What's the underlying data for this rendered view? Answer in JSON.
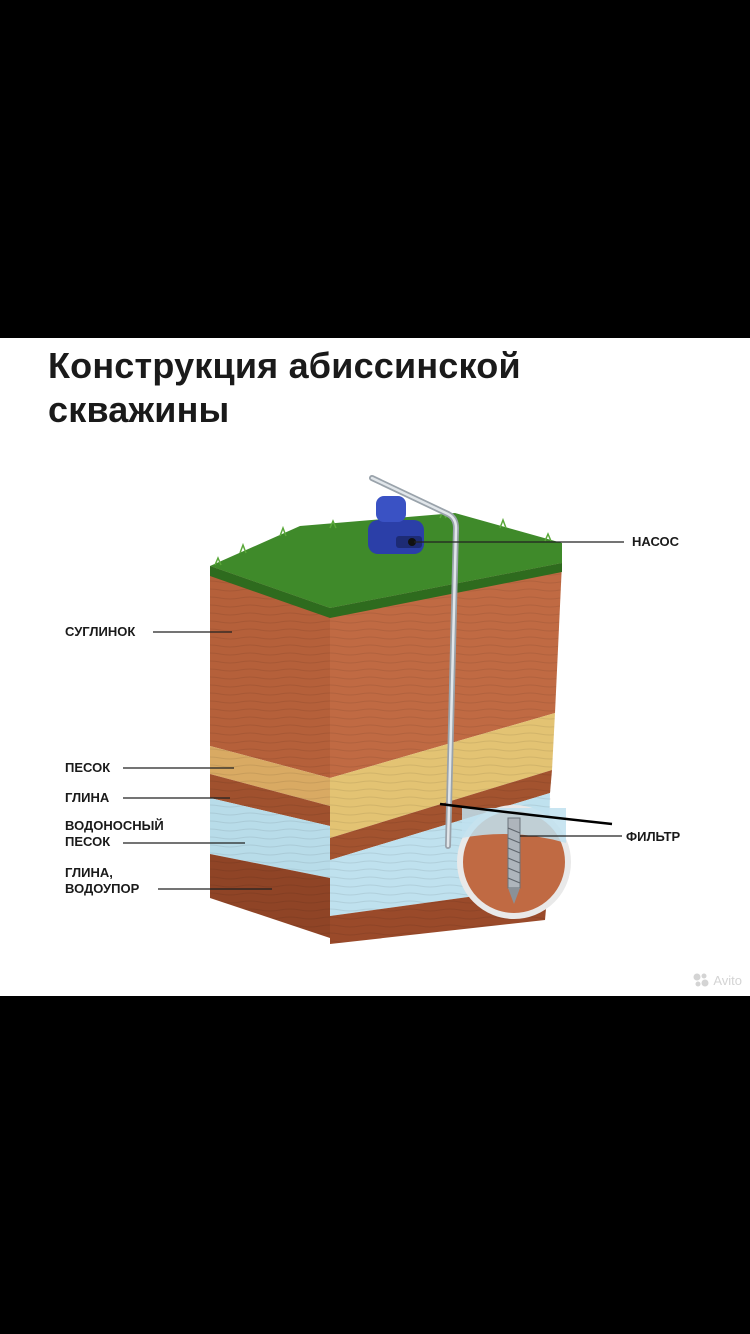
{
  "title": "Конструкция абиссинской скважины",
  "labels": {
    "loam": "СУГЛИНОК",
    "sand": "ПЕСОК",
    "clay": "ГЛИНА",
    "aquifer_line1": "ВОДОНОСНЫЙ",
    "aquifer_line2": "ПЕСОК",
    "aquitard_line1": "ГЛИНА,",
    "aquitard_line2": "ВОДОУПОР",
    "pump": "НАСОС",
    "filter": "ФИЛЬТР"
  },
  "watermark": "Avito",
  "colors": {
    "grass": "#3f8a2a",
    "loam": "#b5603a",
    "sand": "#e3c373",
    "clay": "#9a4a2a",
    "aquifer": "#bfe1ee",
    "pump": "#2b3fa8",
    "pipe": "#c8cfd6"
  }
}
